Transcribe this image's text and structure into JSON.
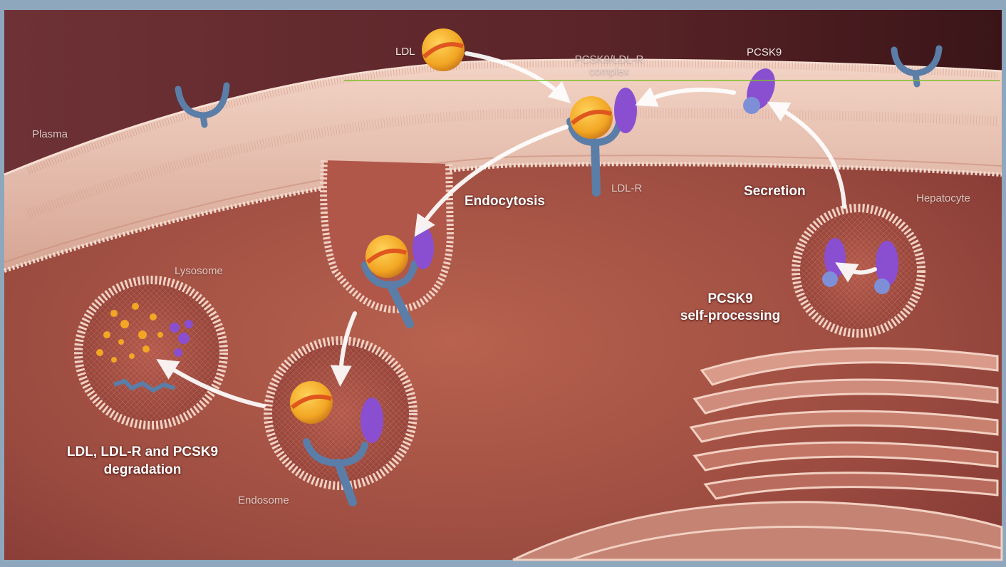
{
  "labels": {
    "ldl": "LDL",
    "pcsk9_ldlr_complex_line1": "PCSK9/LDL-R",
    "pcsk9_ldlr_complex_line2": "complex",
    "pcsk9": "PCSK9",
    "plasma": "Plasma",
    "ldlr": "LDL-R",
    "endocytosis": "Endocytosis",
    "secretion": "Secretion",
    "hepatocyte": "Hepatocyte",
    "lysosome": "Lysosome",
    "self_processing_line1": "PCSK9",
    "self_processing_line2": "self-processing",
    "degradation_line1": "LDL, LDL-R and PCSK9",
    "degradation_line2": "degradation",
    "endosome": "Endosome"
  },
  "colors": {
    "frame": "#8ea7bd",
    "plasma_bg": "#6b2f30",
    "cytoplasm": "#9a4a3f",
    "membrane": "#e9c3b4",
    "ldl_particle": "#f2a623",
    "ldl_band": "#e0561f",
    "receptor": "#5a7ea8",
    "pcsk9": "#8a4fd0",
    "arrow": "#ffffff",
    "guide_line": "#7fbf2a"
  },
  "icons": [
    "ldl-particle",
    "ldl-receptor",
    "pcsk9-protein",
    "vesicle",
    "golgi-apparatus"
  ]
}
